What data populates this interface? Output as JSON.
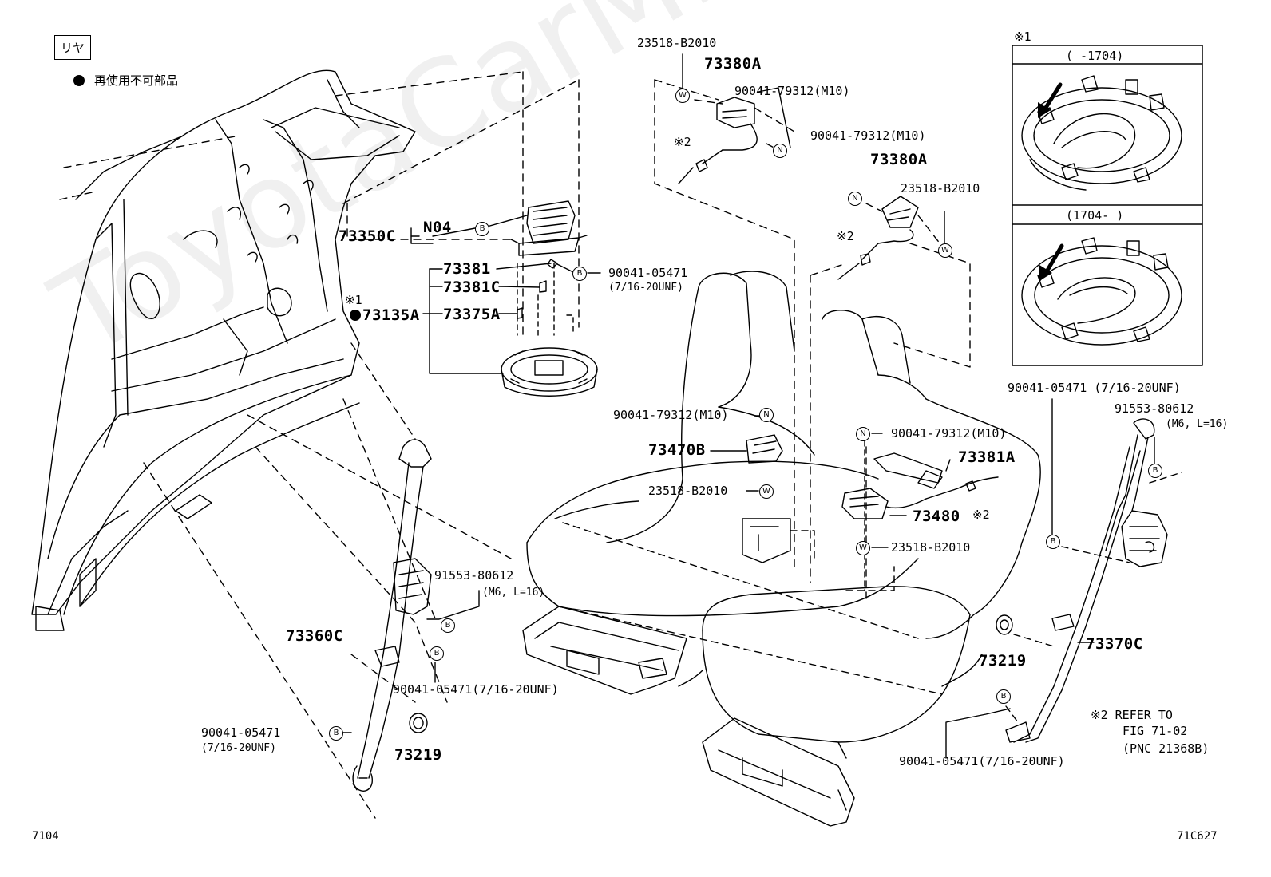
{
  "tag_box": "リヤ",
  "legend": {
    "text": "再使用不可部品"
  },
  "watermark": "ToyotaCarMine.ru",
  "inset": {
    "mark": "※1",
    "top_label": "(      -1704)",
    "bottom_label": "(1704-      )"
  },
  "footer": {
    "left": "7104",
    "right": "71C627"
  },
  "note2": {
    "line1": "※2 REFER TO",
    "line2": "FIG 71-02",
    "line3": "(PNC 21368B)"
  },
  "symbols": {
    "B": "B",
    "W": "W",
    "N": "N"
  },
  "labels": {
    "p23518_top": "23518-B2010",
    "p73380a_top": "73380A",
    "p90041_79312_top": "90041-79312(M10)",
    "p90041_79312_r": "90041-79312(M10)",
    "p73380a_r": "73380A",
    "p23518_r": "23518-B2010",
    "x2_top": "※2",
    "x2_mid": "※2",
    "x2_lower": "※2",
    "p73350c": "73350C",
    "n04": "N04",
    "p73381": "73381",
    "p73381c": "73381C",
    "p73375a": "73375A",
    "x1": "※1",
    "p73135a": "73135A",
    "p90041_05471_a": "90041-05471",
    "p90041_05471_a_sub": "(7/16-20UNF)",
    "p90041_05471_inset": "90041-05471 (7/16-20UNF)",
    "p91553_r": "91553-80612",
    "p91553_r_sub": "(M6, L=16)",
    "p90041_79312_mid": "90041-79312(M10)",
    "p73470b": "73470B",
    "p23518_mid": "23518-B2010",
    "p90041_79312_seat": "90041-79312(M10)",
    "p73381a": "73381A",
    "p73480": "73480",
    "p23518_seat": "23518-B2010",
    "p91553_l": "91553-80612",
    "p91553_l_sub": "(M6, L=16)",
    "p73360c": "73360C",
    "p90041_05471_b": "90041-05471(7/16-20UNF)",
    "p90041_05471_c": "90041-05471",
    "p90041_05471_c_sub": "(7/16-20UNF)",
    "p73219_l": "73219",
    "p73219_r": "73219",
    "p73370c": "73370C",
    "p90041_05471_d": "90041-05471(7/16-20UNF)"
  }
}
